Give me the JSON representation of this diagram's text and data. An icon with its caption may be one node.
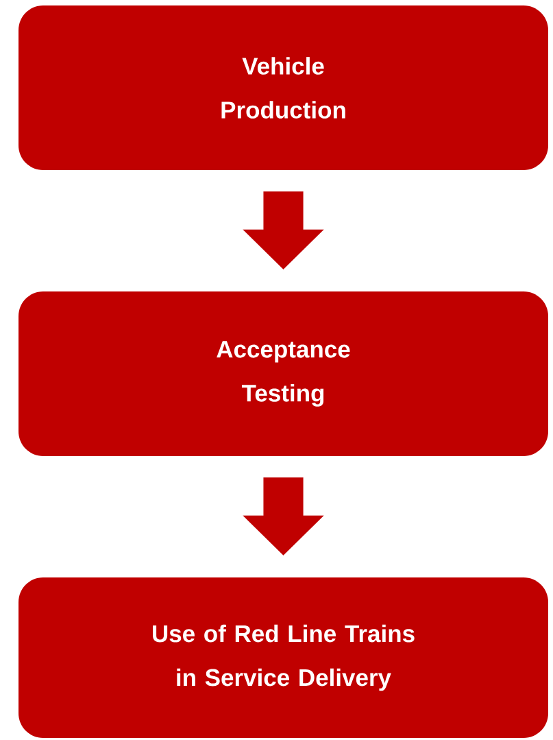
{
  "diagram": {
    "nodes": [
      {
        "text": [
          "Vehicle Production"
        ]
      },
      {
        "text": [
          "Acceptance Testing"
        ]
      },
      {
        "text": [
          "Use of Red Line Trains in Service Delivery"
        ]
      }
    ],
    "edges": [
      {
        "from": 0,
        "to": 1,
        "arrow": "to"
      },
      {
        "from": 1,
        "to": 2,
        "arrow": "to"
      }
    ]
  }
}
